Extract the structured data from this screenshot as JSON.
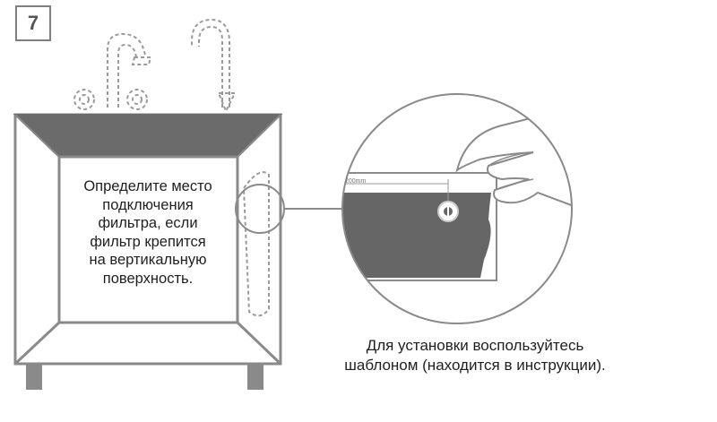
{
  "step": {
    "number": "7"
  },
  "instruction": {
    "lines": [
      "Определите место",
      "подключения",
      "фильтра, если",
      "фильтр крепится",
      "на вертикальную",
      "поверхность."
    ]
  },
  "caption": {
    "lines": [
      "Для установки воспользуйтесь",
      "шаблоном (находится в инструкции)."
    ]
  },
  "detail": {
    "ruler_label": "200mm"
  },
  "colors": {
    "line": "#8a8a8a",
    "cabinet_top": "#6b6b6b",
    "wall_fill": "#666666",
    "dashed": "#9a9a9a"
  }
}
